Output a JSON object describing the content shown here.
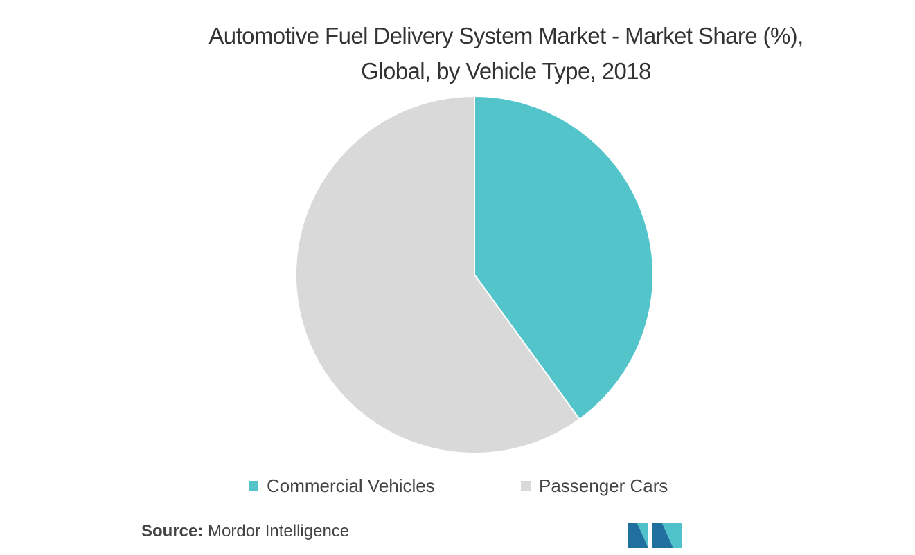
{
  "title_lines": [
    "Automotive Fuel Delivery System Market - Market Share (%),",
    "Global, by Vehicle Type, 2018"
  ],
  "source": {
    "label": "Source:",
    "text": "Mordor Intelligence"
  },
  "logo": {
    "icon": "mordor-intelligence-logo",
    "colors": [
      "#1f6f9f",
      "#4fc3c9"
    ]
  },
  "chart_data": {
    "type": "pie",
    "title": "Automotive Fuel Delivery System Market - Market Share (%), Global, by Vehicle Type, 2018",
    "categories": [
      "Commercial Vehicles",
      "Passenger Cars"
    ],
    "values": [
      40,
      60
    ],
    "colors": [
      "#52c4ca",
      "#d9d9d9"
    ],
    "start_angle": "12 o'clock, clockwise",
    "data_labels": false,
    "legend_position": "bottom"
  }
}
